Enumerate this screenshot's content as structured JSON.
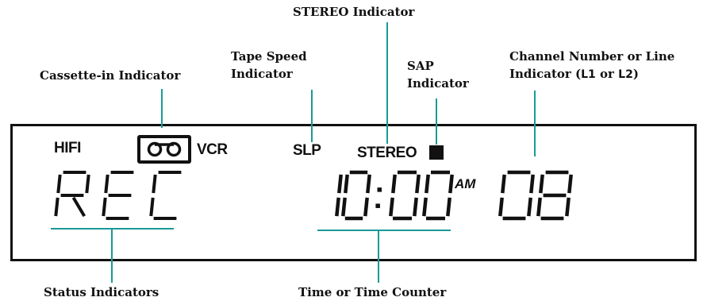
{
  "callouts": {
    "stereo": "STEREO Indicator",
    "tape_speed_1": "Tape Speed",
    "tape_speed_2": "Indicator",
    "sap_1": "SAP",
    "sap_2": "Indicator",
    "channel_1": "Channel Number or Line",
    "channel_2_prefix": "Indicator (",
    "channel_l1": "L1",
    "channel_or": " or ",
    "channel_l2": "L2",
    "channel_2_suffix": ")",
    "cassette": "Cassette-in Indicator",
    "status": "Status Indicators",
    "time": "Time or Time Counter"
  },
  "display": {
    "hifi": "HIFI",
    "vcr": "VCR",
    "slp": "SLP",
    "stereo": "STEREO",
    "am": "AM",
    "status_text": "REC",
    "time_text": "10:00",
    "channel_text": "08"
  },
  "icons": {
    "cassette": "cassette-icon",
    "sap": "filled-square-icon"
  },
  "colors": {
    "leader_line": "#1a9a98",
    "ink": "#111111"
  }
}
